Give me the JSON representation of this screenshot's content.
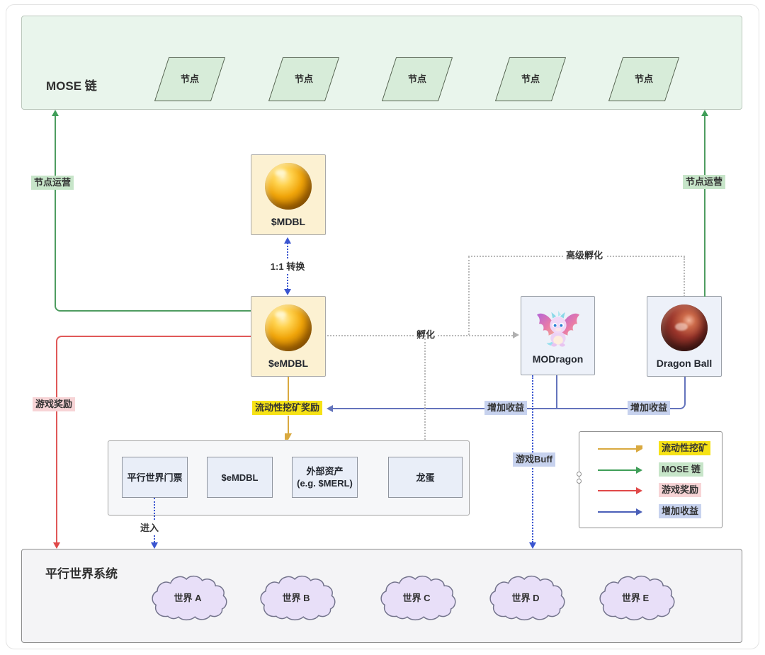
{
  "mose_chain": {
    "title": "MOSE 链",
    "nodes": [
      "节点",
      "节点",
      "节点",
      "节点",
      "节点"
    ]
  },
  "tokens": {
    "mdbl_label": "$MDBL",
    "emdbl_label": "$eMDBL",
    "conversion_label": "1:1 转换"
  },
  "nft": {
    "modragon_label": "MODragon",
    "dragon_ball_label": "Dragon Ball"
  },
  "flow_labels": {
    "node_operation_left": "节点运营",
    "node_operation_right": "节点运营",
    "game_rewards": "游戏奖励",
    "liquidity_mining_reward": "流动性挖矿奖励",
    "hatch": "孵化",
    "advanced_hatch": "高级孵化",
    "boost_earnings_left": "增加收益",
    "boost_earnings_right": "增加收益",
    "game_buff": "游戏Buff",
    "enter": "进入"
  },
  "assets_container": {
    "items": [
      {
        "label": "平行世界门票",
        "sub": ""
      },
      {
        "label": "$eMDBL",
        "sub": ""
      },
      {
        "label": "外部资产",
        "sub": "(e.g. $MERL)"
      },
      {
        "label": "龙蛋",
        "sub": ""
      }
    ]
  },
  "world_system": {
    "title": "平行世界系统",
    "worlds": [
      "世界 A",
      "世界 B",
      "世界 C",
      "世界 D",
      "世界 E"
    ]
  },
  "legend": {
    "items": [
      {
        "label": "流动性挖矿",
        "arrow_color": "#d9a93f",
        "highlight": "#f6e216"
      },
      {
        "label": "MOSE 链",
        "arrow_color": "#3f9e58",
        "highlight": "#c7e5c9"
      },
      {
        "label": "游戏奖励",
        "arrow_color": "#e04848",
        "highlight": "#f7d4d6"
      },
      {
        "label": "增加收益",
        "arrow_color": "#4a5fb8",
        "highlight": "#c7d2ee"
      }
    ]
  },
  "colors": {
    "mose_band_bg": "#e9f5ec",
    "node_shape_bg": "#d7ecd9",
    "token_box_bg": "#fcf1d2",
    "nft_box_bg": "#edf1f9",
    "container_bg": "#f6f7f9",
    "asset_box_bg": "#e9eef8",
    "world_band_bg": "#f4f4f6",
    "cloud_bg": "#e8dff8",
    "liquidity_line": "#d9a93f",
    "mose_line": "#4e9c60",
    "game_reward_line": "#e05858",
    "boost_line": "#6474bc",
    "convert_line": "#3a55d0",
    "hatch_line": "#b8b8b8"
  }
}
